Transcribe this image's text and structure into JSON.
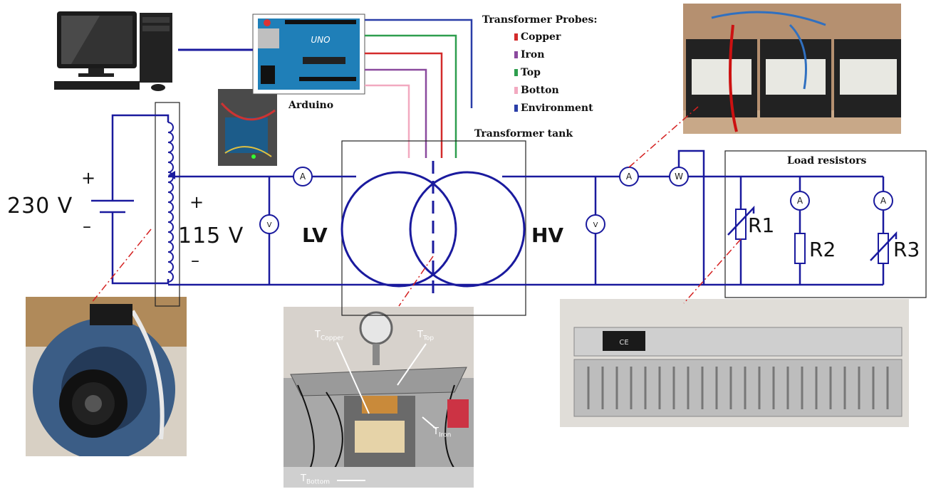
{
  "arduino": {
    "label": "Arduino",
    "board_text": "UNO"
  },
  "tank": {
    "label": "Transformer tank"
  },
  "probes": {
    "title": "Transformer Probes:",
    "items": [
      {
        "label": "Copper",
        "color": "#d32b2b"
      },
      {
        "label": "Iron",
        "color": "#8b4a9e"
      },
      {
        "label": "Top",
        "color": "#2e9e4e"
      },
      {
        "label": "Botton",
        "color": "#f2a9c0"
      },
      {
        "label": "Environment",
        "color": "#2a3ea8"
      }
    ]
  },
  "circuit": {
    "source_voltage": "230 V",
    "source_plus": "+",
    "source_minus": "–",
    "lv_voltage": "115 V",
    "lv_plus": "+",
    "lv_minus": "–",
    "lv_label": "LV",
    "hv_label": "HV",
    "ammeter_symbol": "A",
    "voltmeter_symbol": "V",
    "wattmeter_symbol": "W",
    "wire_color": "#1a1a9e"
  },
  "load": {
    "title": "Load resistors",
    "resistors": [
      "R1",
      "R2",
      "R3"
    ]
  },
  "transformer_photo": {
    "t_copper": "Copper",
    "t_top": "Top",
    "t_iron": "Iron",
    "t_bottom": "Bottom",
    "t_base": "T"
  },
  "resistor_photo": {
    "sticker": "CE"
  }
}
